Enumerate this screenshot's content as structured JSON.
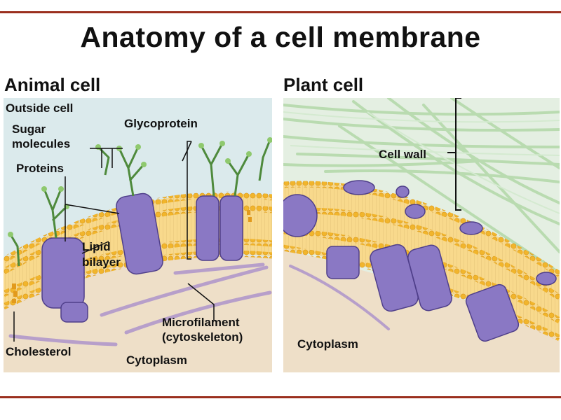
{
  "title": "Anatomy of a cell membrane",
  "animal": {
    "heading": "Animal cell",
    "labels": {
      "outside": "Outside cell",
      "sugar_1": "Sugar",
      "sugar_2": "molecules",
      "glycoprotein": "Glycoprotein",
      "proteins": "Proteins",
      "lipid_1": "Lipid",
      "lipid_2": "bilayer",
      "microfilament_1": "Microfilament",
      "microfilament_2": "(cytoskeleton)",
      "cholesterol": "Cholesterol",
      "cytoplasm": "Cytoplasm"
    }
  },
  "plant": {
    "heading": "Plant cell",
    "labels": {
      "cell_wall": "Cell wall",
      "cytoplasm": "Cytoplasm"
    }
  },
  "colors": {
    "accent_rule": "#9b2f1e",
    "outside_bg": "#dbeaec",
    "cytoplasm": "#eedfc8",
    "lipid_head": "#f1b52c",
    "lipid_core": "#f8d98c",
    "protein": "#8a78c4",
    "protein_stroke": "#4f3f8a",
    "sugar_chain": "#4e8a3c",
    "cellulose": "#b9dbb0"
  }
}
